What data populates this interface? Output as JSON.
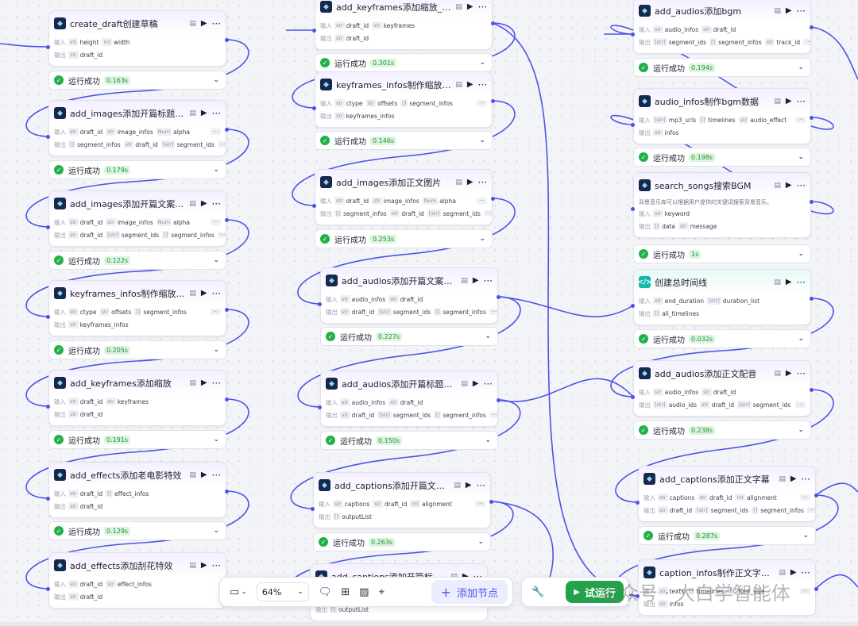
{
  "io": {
    "input": "输入",
    "output": "输出"
  },
  "nodes": [
    {
      "title": "create_draft创建草稿",
      "inputs": [
        {
          "t": "int",
          "n": "height"
        },
        {
          "t": "int",
          "n": "width"
        }
      ],
      "outputs": [
        {
          "t": "str",
          "n": "draft_id"
        }
      ],
      "status": "运行成功",
      "time": "0.163s"
    },
    {
      "title": "add_images添加开篇标题图片",
      "inputs": [
        {
          "t": "str",
          "n": "draft_id"
        },
        {
          "t": "str",
          "n": "image_infos"
        },
        {
          "t": "Num",
          "n": "alpha"
        }
      ],
      "outputs": [
        {
          "t": "[]",
          "n": "segment_infos"
        },
        {
          "t": "str",
          "n": "draft_id"
        },
        {
          "t": "[str]",
          "n": "segment_ids"
        }
      ],
      "status": "运行成功",
      "time": "0.179s"
    },
    {
      "title": "add_images添加开篇文案图片",
      "inputs": [
        {
          "t": "str",
          "n": "draft_id"
        },
        {
          "t": "str",
          "n": "image_infos"
        },
        {
          "t": "Num",
          "n": "alpha"
        }
      ],
      "outputs": [
        {
          "t": "str",
          "n": "draft_id"
        },
        {
          "t": "[str]",
          "n": "segment_ids"
        },
        {
          "t": "[]",
          "n": "segment_infos"
        }
      ],
      "status": "运行成功",
      "time": "0.122s"
    },
    {
      "title": "keyframes_infos制作缩放关…",
      "inputs": [
        {
          "t": "str",
          "n": "ctype"
        },
        {
          "t": "str",
          "n": "offsets"
        },
        {
          "t": "[]",
          "n": "segment_infos"
        }
      ],
      "outputs": [
        {
          "t": "str",
          "n": "keyframes_infos"
        }
      ],
      "status": "运行成功",
      "time": "0.205s"
    },
    {
      "title": "add_keyframes添加缩放",
      "inputs": [
        {
          "t": "str",
          "n": "draft_id"
        },
        {
          "t": "str",
          "n": "keyframes"
        }
      ],
      "outputs": [
        {
          "t": "str",
          "n": "draft_id"
        }
      ],
      "status": "运行成功",
      "time": "0.191s"
    },
    {
      "title": "add_effects添加老电影特效",
      "inputs": [
        {
          "t": "str",
          "n": "draft_id"
        },
        {
          "t": "[]",
          "n": "effect_infos"
        }
      ],
      "outputs": [
        {
          "t": "str",
          "n": "draft_id"
        }
      ],
      "status": "运行成功",
      "time": "0.129s"
    },
    {
      "title": "add_effects添加刮花特效",
      "inputs": [
        {
          "t": "str",
          "n": "draft_id"
        },
        {
          "t": "str",
          "n": "effect_infos"
        }
      ],
      "outputs": [
        {
          "t": "str",
          "n": "draft_id"
        }
      ],
      "status": "",
      "time": ""
    },
    {
      "title": "add_keyframes添加缩放_正文",
      "inputs": [
        {
          "t": "str",
          "n": "draft_id"
        },
        {
          "t": "str",
          "n": "keyframes"
        }
      ],
      "outputs": [
        {
          "t": "str",
          "n": "draft_id"
        }
      ],
      "status": "运行成功",
      "time": "0.301s"
    },
    {
      "title": "keyframes_infos制作缩放关…",
      "inputs": [
        {
          "t": "str",
          "n": "ctype"
        },
        {
          "t": "str",
          "n": "offsets"
        },
        {
          "t": "[]",
          "n": "segment_infos"
        }
      ],
      "outputs": [
        {
          "t": "str",
          "n": "keyframes_infos"
        }
      ],
      "status": "运行成功",
      "time": "0.146s"
    },
    {
      "title": "add_images添加正文图片",
      "inputs": [
        {
          "t": "str",
          "n": "draft_id"
        },
        {
          "t": "str",
          "n": "image_infos"
        },
        {
          "t": "Num",
          "n": "alpha"
        }
      ],
      "outputs": [
        {
          "t": "[]",
          "n": "segment_infos"
        },
        {
          "t": "str",
          "n": "draft_id"
        },
        {
          "t": "[str]",
          "n": "segment_ids"
        }
      ],
      "status": "运行成功",
      "time": "0.253s"
    },
    {
      "title": "add_audios添加开篇文案配音",
      "inputs": [
        {
          "t": "str",
          "n": "audio_infos"
        },
        {
          "t": "str",
          "n": "draft_id"
        }
      ],
      "outputs": [
        {
          "t": "str",
          "n": "draft_id"
        },
        {
          "t": "[str]",
          "n": "segment_ids"
        },
        {
          "t": "[]",
          "n": "segment_infos"
        }
      ],
      "status": "运行成功",
      "time": "0.227s"
    },
    {
      "title": "add_audios添加开篇标题配音",
      "inputs": [
        {
          "t": "str",
          "n": "audio_infos"
        },
        {
          "t": "str",
          "n": "draft_id"
        }
      ],
      "outputs": [
        {
          "t": "str",
          "n": "draft_id"
        },
        {
          "t": "[str]",
          "n": "segment_ids"
        },
        {
          "t": "[]",
          "n": "segment_infos"
        }
      ],
      "status": "运行成功",
      "time": "0.150s"
    },
    {
      "title": "add_captions添加开篇文案…",
      "inputs": [
        {
          "t": "str",
          "n": "captions"
        },
        {
          "t": "str",
          "n": "draft_id"
        },
        {
          "t": "int",
          "n": "alignment"
        }
      ],
      "outputs": [
        {
          "t": "[]",
          "n": "outputList"
        }
      ],
      "status": "运行成功",
      "time": "0.263s"
    },
    {
      "title": "add_captions添加开篇标题…",
      "inputs": [],
      "outputs": [
        {
          "t": "[]",
          "n": "outputList"
        }
      ],
      "status": "",
      "time": ""
    },
    {
      "title": "add_audios添加bgm",
      "inputs": [
        {
          "t": "str",
          "n": "audio_infos"
        },
        {
          "t": "str",
          "n": "draft_id"
        }
      ],
      "outputs": [
        {
          "t": "[str]",
          "n": "segment_ids"
        },
        {
          "t": "[]",
          "n": "segment_infos"
        },
        {
          "t": "str",
          "n": "track_id"
        }
      ],
      "status": "运行成功",
      "time": "0.194s"
    },
    {
      "title": "audio_infos制作bgm数据",
      "inputs": [
        {
          "t": "[str]",
          "n": "mp3_urls"
        },
        {
          "t": "[]",
          "n": "timelines"
        },
        {
          "t": "str",
          "n": "audio_effect"
        }
      ],
      "outputs": [
        {
          "t": "str",
          "n": "infos"
        }
      ],
      "status": "运行成功",
      "time": "0.198s"
    },
    {
      "title": "search_songs搜索BGM",
      "desc": "背景音乐库可以根据用户提供的关键词搜索背景音乐。",
      "inputs": [
        {
          "t": "str",
          "n": "keyword"
        }
      ],
      "outputs": [
        {
          "t": "[]",
          "n": "data"
        },
        {
          "t": "str",
          "n": "message"
        }
      ],
      "status": "运行成功",
      "time": "1s"
    },
    {
      "title": "创建总时间线",
      "inputs": [
        {
          "t": "str",
          "n": "end_duration"
        },
        {
          "t": "[str]",
          "n": "duration_list"
        }
      ],
      "outputs": [
        {
          "t": "[]",
          "n": "all_timelines"
        }
      ],
      "status": "运行成功",
      "time": "0.032s"
    },
    {
      "title": "add_audios添加正文配音",
      "inputs": [
        {
          "t": "str",
          "n": "audio_infos"
        },
        {
          "t": "str",
          "n": "draft_id"
        }
      ],
      "outputs": [
        {
          "t": "[str]",
          "n": "audio_ids"
        },
        {
          "t": "str",
          "n": "draft_id"
        },
        {
          "t": "[str]",
          "n": "segment_ids"
        }
      ],
      "status": "运行成功",
      "time": "0.238s"
    },
    {
      "title": "add_captions添加正文字幕",
      "inputs": [
        {
          "t": "str",
          "n": "captions"
        },
        {
          "t": "str",
          "n": "draft_id"
        },
        {
          "t": "int",
          "n": "alignment"
        }
      ],
      "outputs": [
        {
          "t": "str",
          "n": "draft_id"
        },
        {
          "t": "[str]",
          "n": "segment_ids"
        },
        {
          "t": "[]",
          "n": "segment_infos"
        }
      ],
      "status": "运行成功",
      "time": "0.287s"
    },
    {
      "title": "caption_infos制作正文字幕…",
      "inputs": [
        {
          "t": "str",
          "n": "texts"
        },
        {
          "t": "[]",
          "n": "timelines"
        },
        {
          "t": "int",
          "n": "font_size"
        }
      ],
      "outputs": [
        {
          "t": "str",
          "n": "infos"
        }
      ],
      "status": "",
      "time": ""
    }
  ],
  "toolbar": {
    "zoom": "64%",
    "add_node": "添加节点",
    "run": "试运行"
  },
  "watermark": "公众号 · 大白学智能体",
  "colors": {
    "accent": "#4d53e8",
    "success": "#22b04b",
    "run_button": "#22a24a"
  }
}
